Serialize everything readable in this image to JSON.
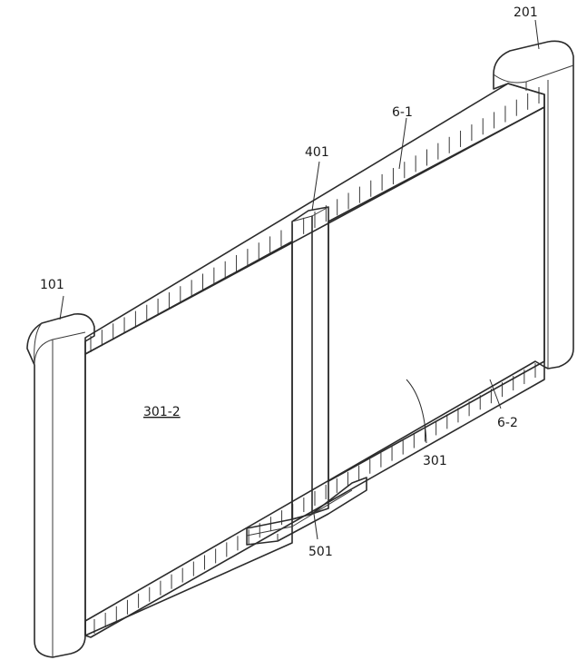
{
  "labels": {
    "left_endcap": "101",
    "right_endcap": "201",
    "middle_bar": "401",
    "top_hinge": "6-1",
    "bottom_hinge": "6-2",
    "right_panel": "301",
    "left_panel": "301-2",
    "bottom_support": "501"
  }
}
